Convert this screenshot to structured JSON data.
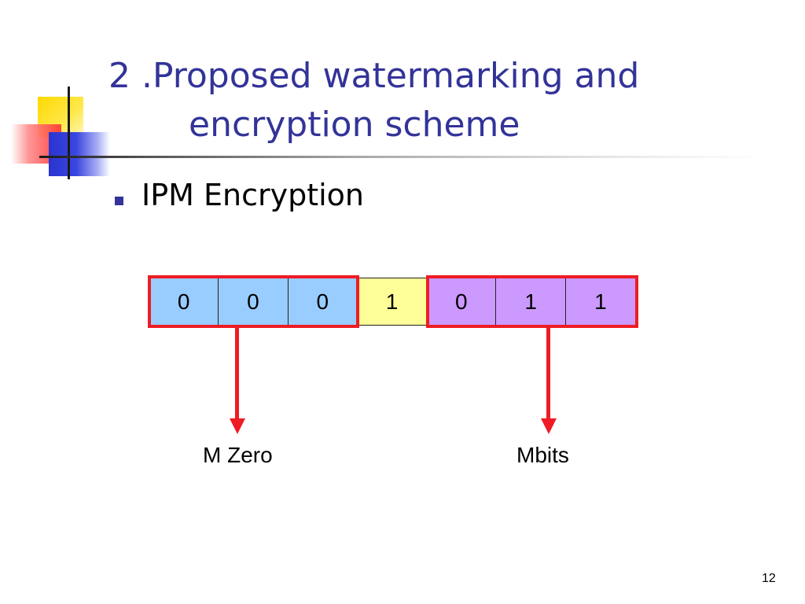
{
  "slide": {
    "title_line1": "2 .Proposed watermarking and",
    "title_line2": "encryption scheme",
    "bullet": "IPM Encryption",
    "page_number": "12"
  },
  "diagram": {
    "bits": [
      "0",
      "0",
      "0",
      "1",
      "0",
      "1",
      "1"
    ],
    "bit_groups": [
      "blue",
      "blue",
      "blue",
      "yellow",
      "purple",
      "purple",
      "purple"
    ],
    "colors": {
      "blue": "#99ccff",
      "yellow": "#ffff99",
      "purple": "#cc99ff",
      "group_border": "#ee1c24",
      "arrow": "#ee1c24",
      "title": "#333399"
    },
    "labels": {
      "left": "M Zero",
      "right": "Mbits"
    }
  }
}
